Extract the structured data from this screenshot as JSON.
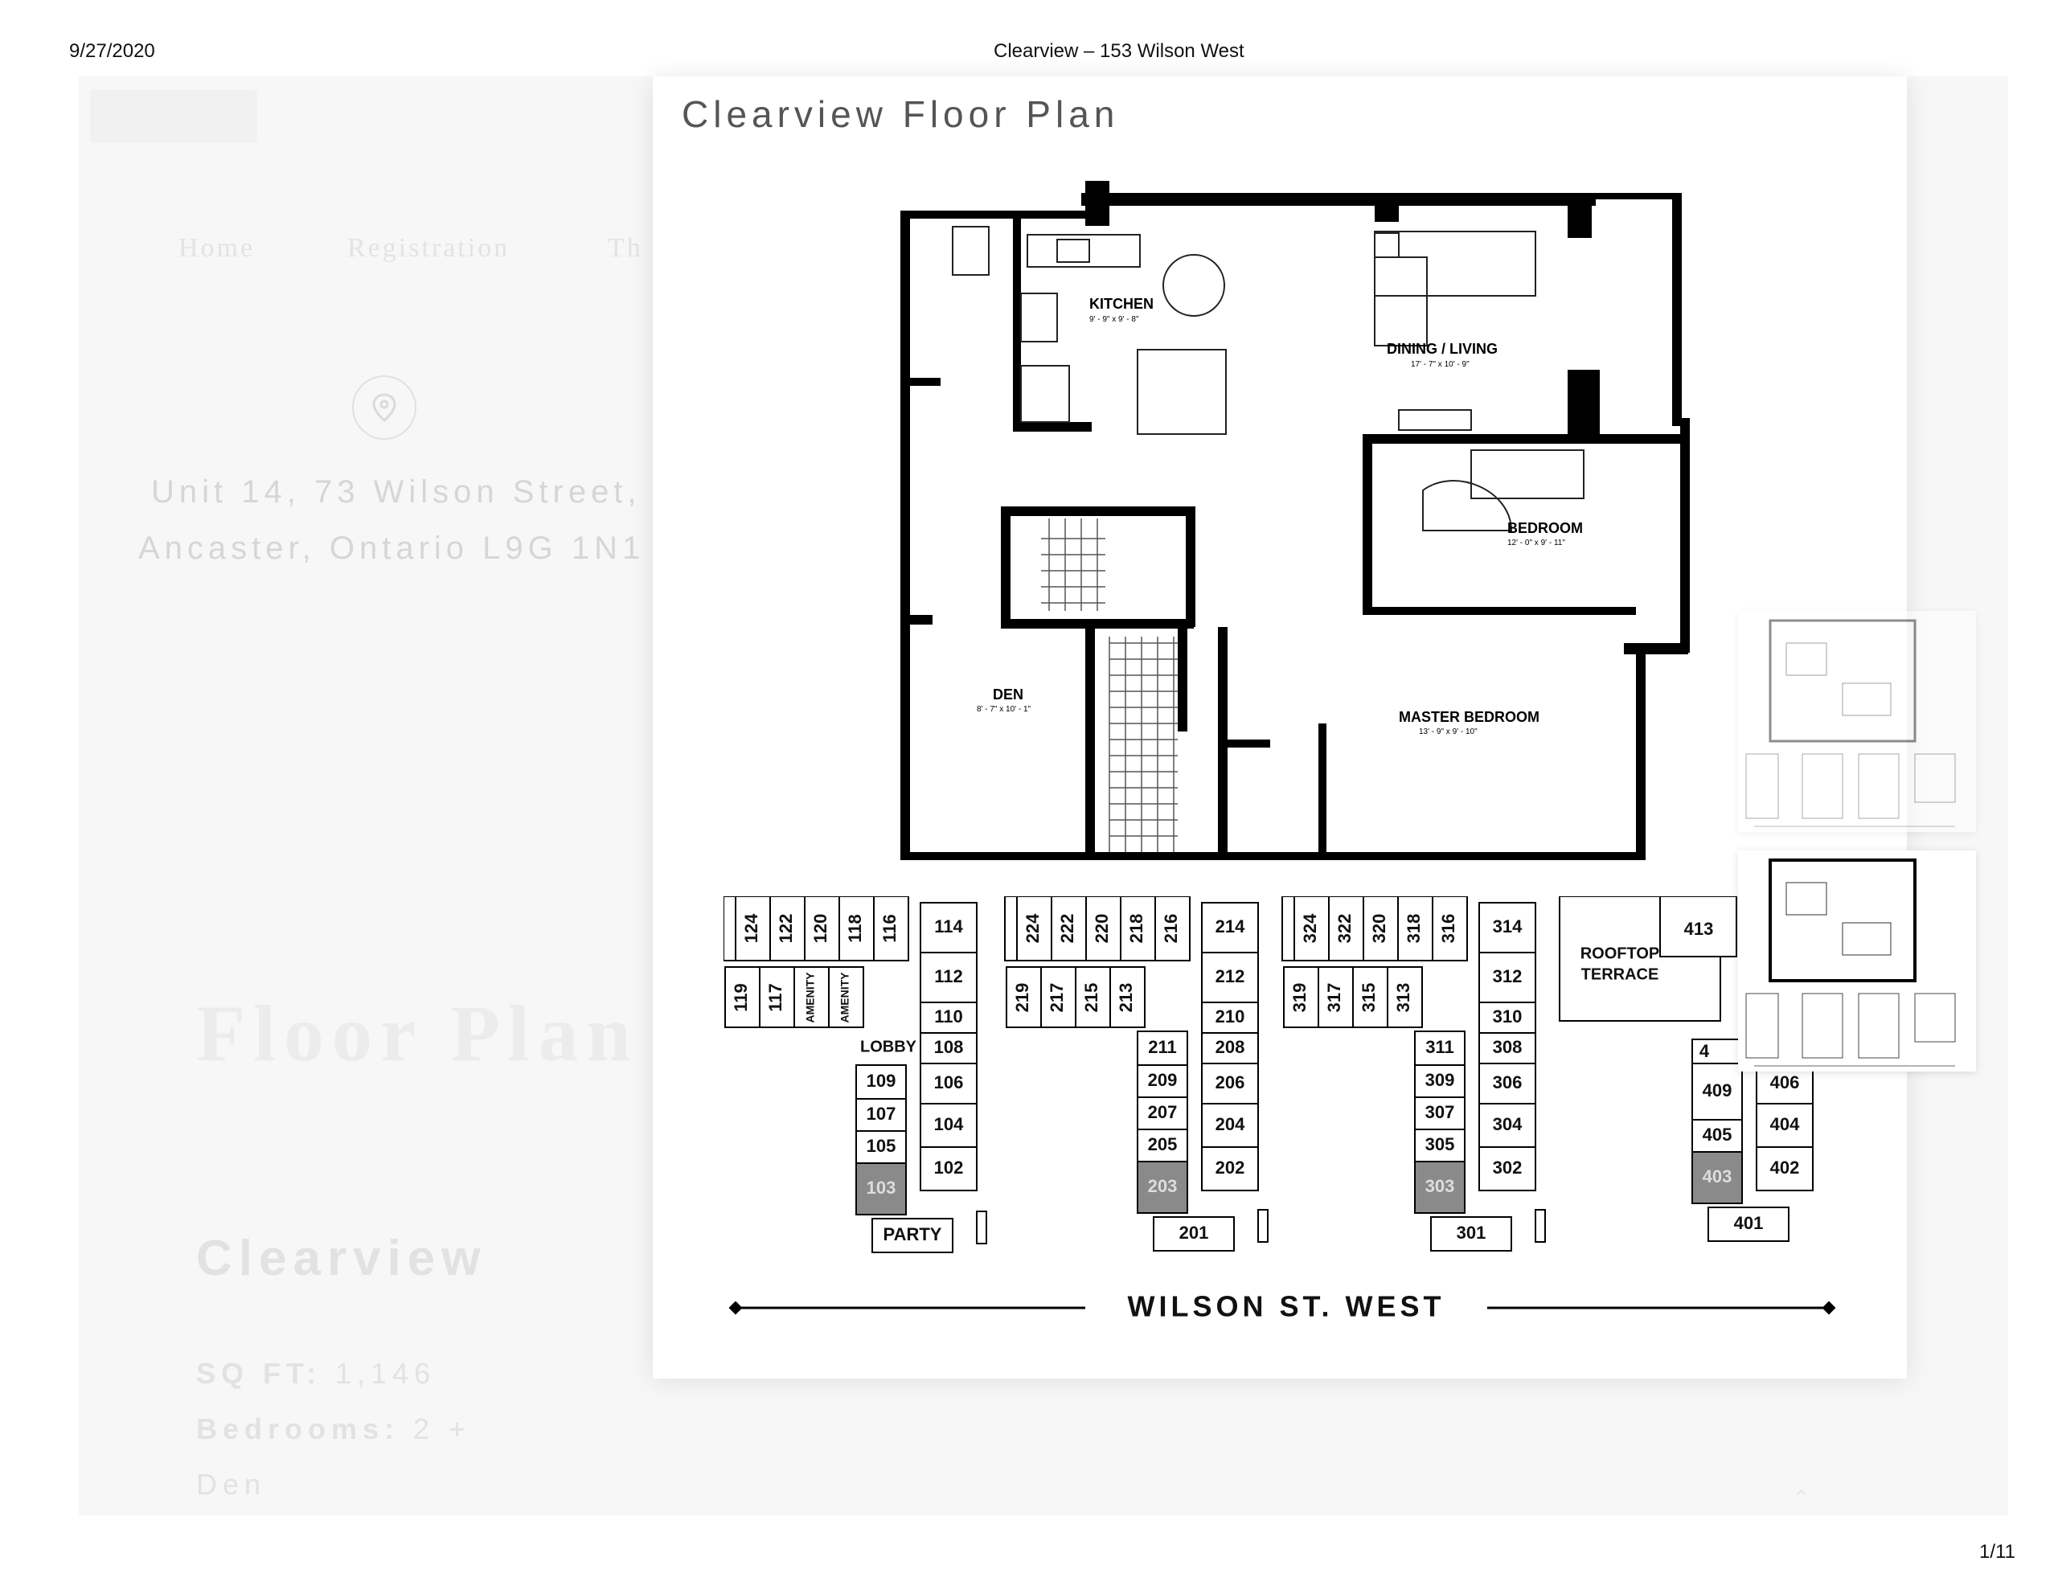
{
  "print_header": {
    "date": "9/27/2020",
    "title": "Clearview – 153 Wilson West",
    "page": "1/11"
  },
  "background_page": {
    "nav": [
      "Home",
      "Registration",
      "Th"
    ],
    "address_line1": "Unit 14, 73 Wilson Street,",
    "address_line2": "Ancaster, Ontario  L9G 1N1",
    "section_heading": "Floor Plan",
    "model_name": "Clearview",
    "sqft_label": "SQ FT:",
    "sqft_value": "1,146",
    "bedrooms_label": "Bedrooms:",
    "bedrooms_value": "2 +",
    "bedrooms_value2": "Den",
    "icons": [
      "location-pin-icon",
      "chevron-up-icon"
    ]
  },
  "modal": {
    "title": "Clearview Floor Plan",
    "rooms": [
      {
        "name": "KITCHEN",
        "dims": "9' - 9\" x 9' - 8\""
      },
      {
        "name": "DINING / LIVING",
        "dims": "17' - 7\" x 10' - 9\""
      },
      {
        "name": "BEDROOM",
        "dims": "12' - 0\" x 9' - 11\""
      },
      {
        "name": "DEN",
        "dims": "8' - 7\" x 10' - 1\""
      },
      {
        "name": "MASTER BEDROOM",
        "dims": "13' - 9\" x 9' - 10\""
      }
    ],
    "street": "WILSON ST. WEST",
    "floor1": {
      "top": [
        "124",
        "122",
        "120",
        "118",
        "116"
      ],
      "mid": [
        "119",
        "117",
        "AMENITY",
        "AMENITY"
      ],
      "right": [
        "114",
        "112",
        "110",
        "108",
        "106",
        "104",
        "102"
      ],
      "left": [
        "109",
        "107",
        "105",
        "103"
      ],
      "lobby": "LOBBY",
      "bottom": "PARTY",
      "highlight": "103"
    },
    "floor2": {
      "top": [
        "224",
        "222",
        "220",
        "218",
        "216"
      ],
      "mid": [
        "219",
        "217",
        "215",
        "213"
      ],
      "right": [
        "214",
        "212",
        "210",
        "208",
        "206",
        "204",
        "202"
      ],
      "left": [
        "211",
        "209",
        "207",
        "205",
        "203"
      ],
      "bottom": "201",
      "highlight": "203"
    },
    "floor3": {
      "top": [
        "324",
        "322",
        "320",
        "318",
        "316"
      ],
      "mid": [
        "319",
        "317",
        "315",
        "313"
      ],
      "right": [
        "314",
        "312",
        "310",
        "308",
        "306",
        "304",
        "302"
      ],
      "left": [
        "311",
        "309",
        "307",
        "305",
        "303"
      ],
      "bottom": "301",
      "highlight": "303"
    },
    "floor4": {
      "terrace": "ROOFTOP TERRACE",
      "top": "413",
      "partial": "4",
      "right": [
        "406",
        "404",
        "402"
      ],
      "left": [
        "409",
        "405",
        "403"
      ],
      "bottom": "401",
      "highlight": "403"
    }
  },
  "colors": {
    "highlight_unit": "#8a8a8a",
    "title_text": "#555555"
  }
}
